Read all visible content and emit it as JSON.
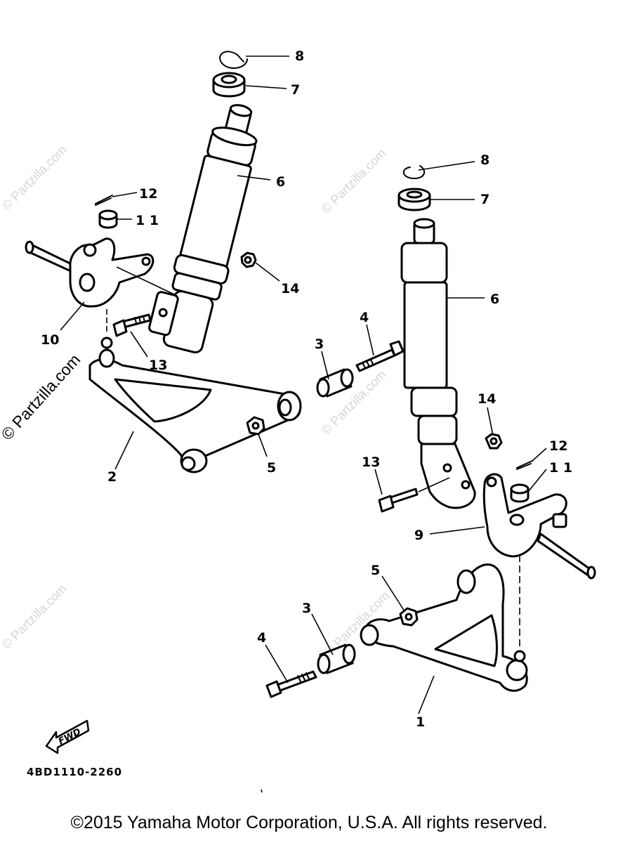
{
  "callouts": {
    "c1": "1",
    "c2": "2",
    "c3a": "3",
    "c3b": "3",
    "c4a": "4",
    "c4b": "4",
    "c5a": "5",
    "c5b": "5",
    "c6a": "6",
    "c6b": "6",
    "c7a": "7",
    "c7b": "7",
    "c8a": "8",
    "c8b": "8",
    "c9": "9",
    "c10": "10",
    "c11a": "1 1",
    "c11b": "1 1",
    "c12a": "12",
    "c12b": "12",
    "c13a": "13",
    "c13b": "13",
    "c14a": "14",
    "c14b": "14"
  },
  "fwd_label": "FWD",
  "diagram_code": "4BD1110-2260",
  "watermark": "© Partzilla.com",
  "copyright": "©2015 Yamaha Motor Corporation, U.S.A. All rights reserved."
}
